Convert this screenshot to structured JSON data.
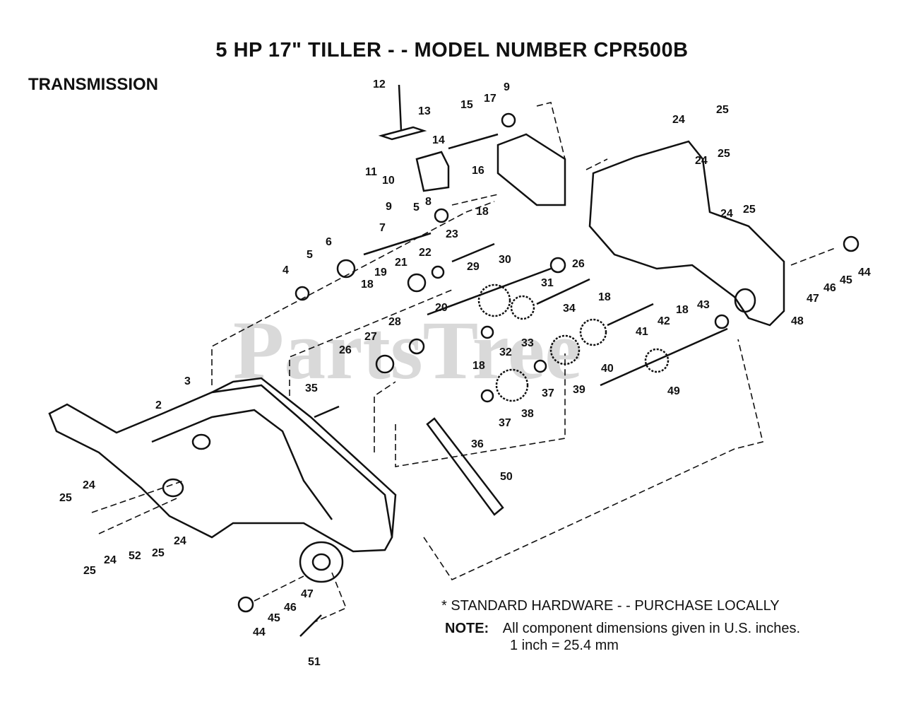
{
  "title": "5 HP 17\" TILLER - - MODEL NUMBER CPR500B",
  "section": "TRANSMISSION",
  "watermark": "PartsTree",
  "notes": {
    "standard_hardware": "* STANDARD HARDWARE - - PURCHASE LOCALLY",
    "note_label": "NOTE:",
    "note_line1": "All component dimensions given in U.S. inches.",
    "note_line2": "1 inch = 25.4 mm"
  },
  "callouts": [
    "12",
    "13",
    "15",
    "17",
    "9",
    "14",
    "11",
    "10",
    "16",
    "9",
    "5",
    "8",
    "7",
    "18",
    "23",
    "6",
    "5",
    "4",
    "21",
    "22",
    "19",
    "18",
    "20",
    "29",
    "30",
    "31",
    "26",
    "18",
    "34",
    "28",
    "27",
    "26",
    "32",
    "18",
    "33",
    "40",
    "39",
    "37",
    "38",
    "37",
    "36",
    "35",
    "3",
    "2",
    "41",
    "42",
    "18",
    "43",
    "49",
    "50",
    "24",
    "25",
    "24",
    "25",
    "25",
    "24",
    "44",
    "45",
    "46",
    "47",
    "48",
    "24",
    "25",
    "24",
    "25",
    "52",
    "25",
    "24",
    "47",
    "46",
    "45",
    "44",
    "51"
  ]
}
